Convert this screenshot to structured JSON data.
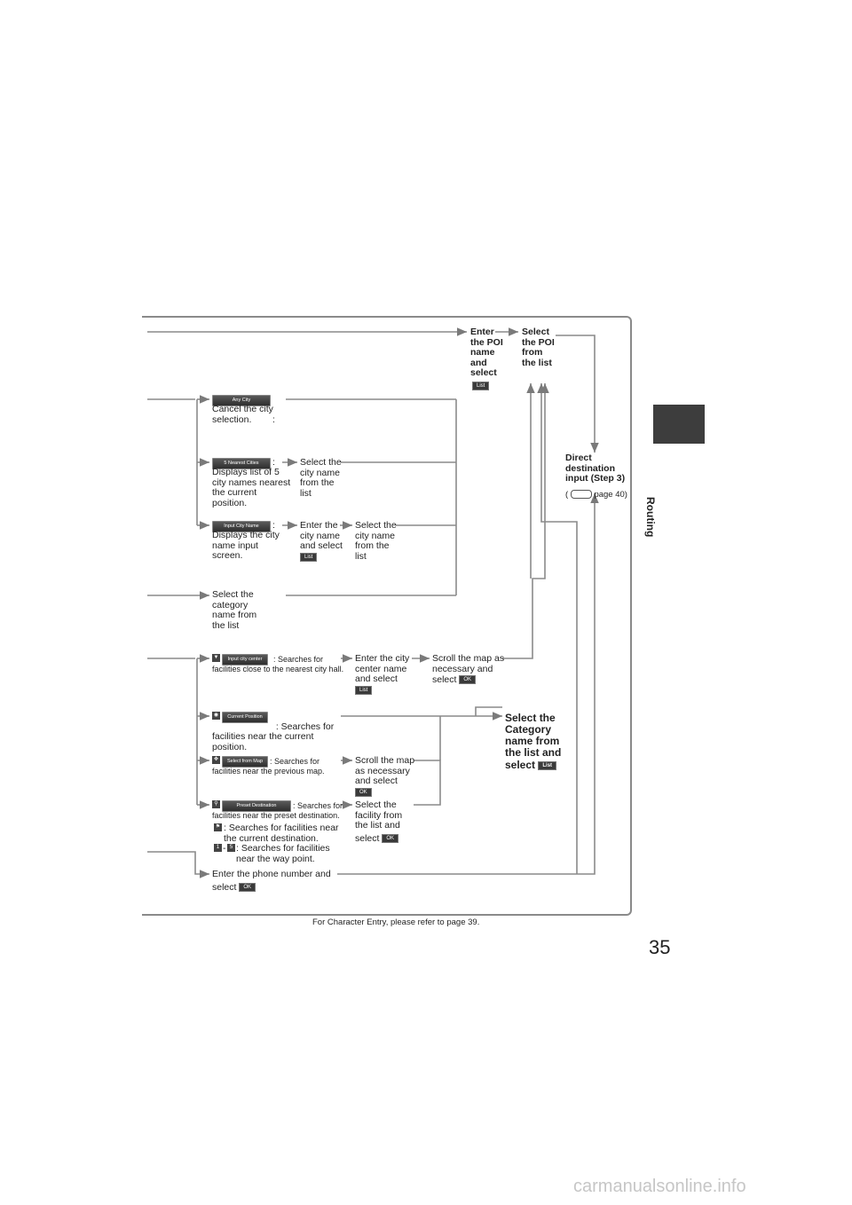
{
  "side_tab": {
    "label": "Routing"
  },
  "page_number": "35",
  "footnote": "For Character Entry, please refer to page 39.",
  "watermark": "carmanualsonline.info",
  "buttons": {
    "list": "List",
    "ok": "OK",
    "any_city": "Any City",
    "nearest_cities": "5 Nearest Cities",
    "input_city_name": "Input City Name",
    "input_city_center": "Input city center",
    "current_position": "Current Position",
    "select_from_map": "Select from Map",
    "preset_destination": "Preset Destination"
  },
  "nodes": {
    "enter_poi": "Enter\nthe POI\nname\nand\nselect",
    "select_poi": "Select\nthe POI\nfrom\nthe list",
    "any_city_desc": ":\nCancel the city\nselection.",
    "nearest_desc": ":\nDisplays list of 5\ncity names nearest\nthe current\nposition.",
    "select_city_1": "Select the\ncity name\nfrom the\nlist",
    "input_city_desc": ":\nDisplays the city\nname input\nscreen.",
    "enter_city": "Enter the\ncity name\nand select",
    "select_city_2": "Select the\ncity name\nfrom the\nlist",
    "select_category": "Select the\ncategory\nname from\nthe list",
    "direct_dest": "Direct\ndestination\ninput (Step 3)",
    "page_ref": "page 40)",
    "page_ref_open": "(",
    "city_center_desc": ": Searches for",
    "city_center_desc2": "facilities close to the nearest city hall.",
    "enter_city_center": "Enter the city\ncenter name\nand select",
    "scroll_map_1": "Scroll the map as\nnecessary and",
    "scroll_map_1_select": "select",
    "current_pos_desc": ": Searches for\nfacilities near the current\nposition.",
    "select_category_big": "Select the\nCategory\nname from\nthe list and",
    "select_category_big_select": "select",
    "from_map_desc": ": Searches for",
    "from_map_desc2": "facilities near the previous map.",
    "scroll_map_2": "Scroll the map\nas necessary\nand select",
    "preset_desc": ": Searches for",
    "preset_desc2": "facilities near the preset destination.",
    "select_facility": "Select the\nfacility from\nthe list and",
    "select_facility_select": "select",
    "dest_note": ": Searches for facilities near\nthe current destination.",
    "waypoint_note_dash": "-",
    "waypoint_note": ": Searches for facilities\nnear the way point.",
    "phone": "Enter the phone number and",
    "phone_select": "select"
  }
}
